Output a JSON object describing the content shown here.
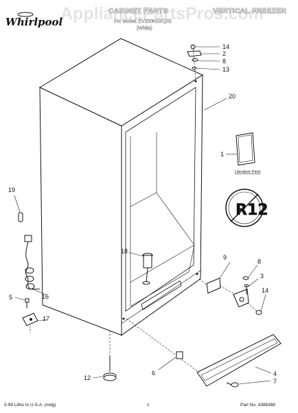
{
  "header": {
    "brand": "Whirlpool",
    "watermark": "AppliancePartsPros.com",
    "title": "CABINET PARTS",
    "category": "VERTICAL FREEZER",
    "model_line": "For Model: EV200NXKQ02",
    "color_line": "(White)"
  },
  "literature_label": "Literature Parts",
  "refrigerant_badge": "R12",
  "callouts": {
    "c14a": "14",
    "c2": "2",
    "c8a": "8",
    "c13": "13",
    "c20": "20",
    "c1": "1",
    "c19": "19",
    "c18": "18",
    "c9": "9",
    "c8b": "8",
    "c3": "3",
    "c14b": "14",
    "c5": "5",
    "c16": "16",
    "c17": "17",
    "c6": "6",
    "c4": "4",
    "c7": "7",
    "c12": "12"
  },
  "footer": {
    "litho": "5-99 Litho In U.S.A. (mdg)",
    "page": "1",
    "part_no": "Part No. 4388388"
  }
}
